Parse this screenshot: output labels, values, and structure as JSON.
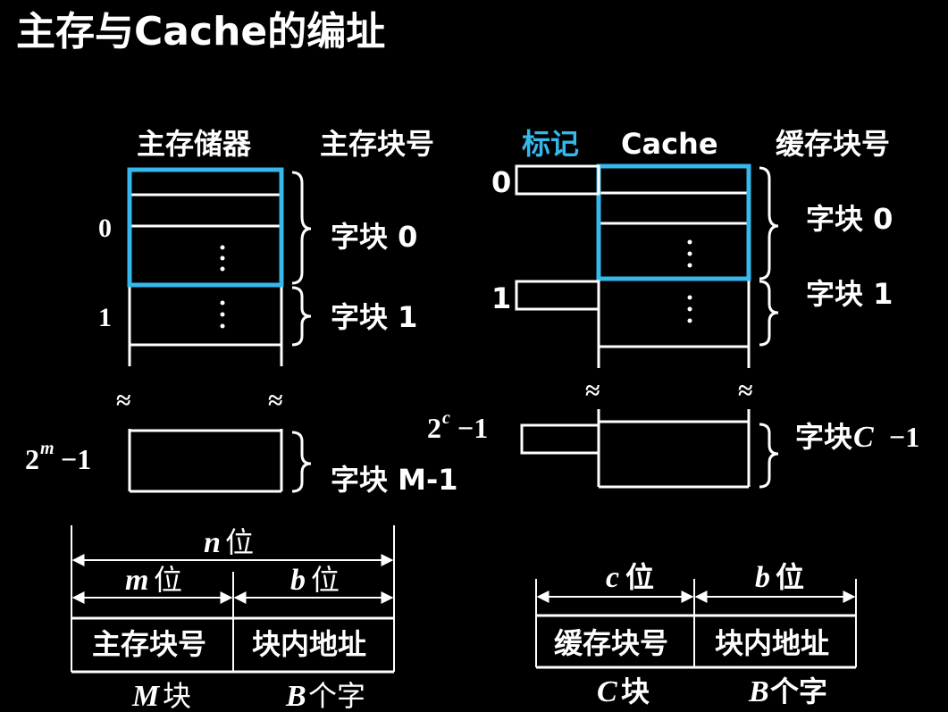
{
  "title": "主存与Cache的编址",
  "left": {
    "header_memory": "主存储器",
    "header_block_no": "主存块号",
    "row0_label": "0",
    "row1_label": "1",
    "last_base": "2",
    "last_exp": "m",
    "last_minus": "−1",
    "block0": "字块 0",
    "block1": "字块 1",
    "blockM": "字块 M-1",
    "break_mark": "≈"
  },
  "right": {
    "header_tag": "标记",
    "header_cache": "Cache",
    "header_cache_block_no": "缓存块号",
    "row0_label": "0",
    "row1_label": "1",
    "last_base": "2",
    "last_exp": "c",
    "last_minus": "−1",
    "block0": "字块 0",
    "block1": "字块 1",
    "blockC_prefix": "字块",
    "blockC_var": "C",
    "blockC_suffix": "−1",
    "tag_color": "#35b8ec",
    "break_mark": "≈"
  },
  "left_address": {
    "total_var": "n",
    "total_unit": "位",
    "m_var": "m",
    "m_unit": "位",
    "b_var": "b",
    "b_unit": "位",
    "field1": "主存块号",
    "field2": "块内地址",
    "below1_var": "M",
    "below1_text": "块",
    "below2_var": "B",
    "below2_text": "个字"
  },
  "right_address": {
    "c_var": "c",
    "c_unit": "位",
    "b_var": "b",
    "b_unit": "位",
    "field1": "缓存块号",
    "field2": "块内地址",
    "below1_var": "C",
    "below1_text": "块",
    "below2_var": "B",
    "below2_text": "个字"
  },
  "highlight_color": "#35b8ec",
  "icons": [
    "vertical-ellipsis-icon",
    "curly-brace-icon",
    "double-arrow-icon",
    "break-mark-icon"
  ]
}
